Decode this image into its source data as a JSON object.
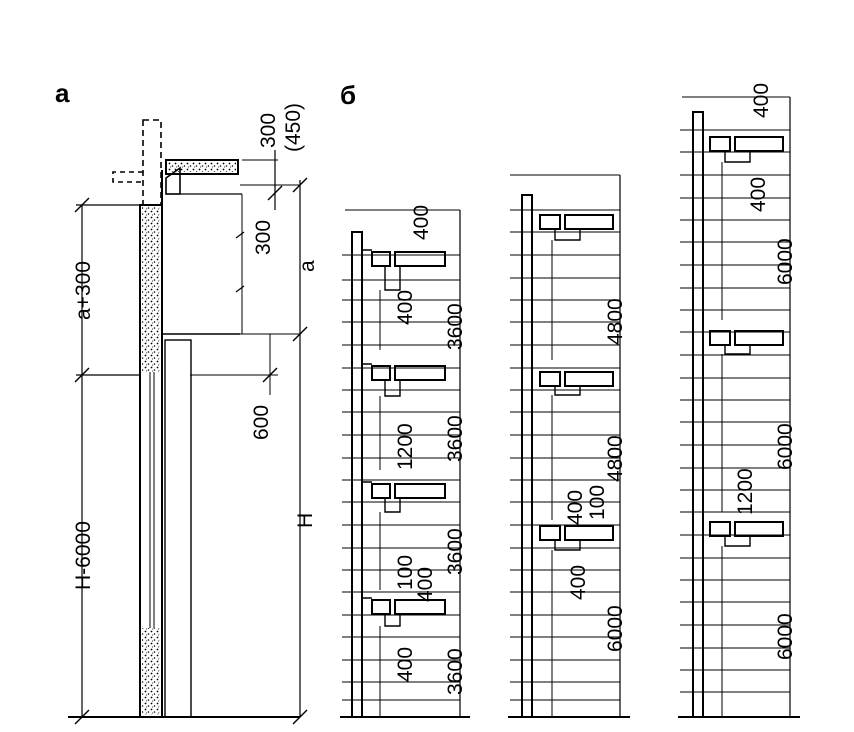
{
  "panel_a": {
    "letter": "a",
    "dims": {
      "h300_450_top": "300",
      "h300_450_bottom": "(450)",
      "h300": "300",
      "a": "a",
      "a_plus_300": "a+300",
      "h600": "600",
      "H": "H",
      "H_minus_6000": "H-6000"
    }
  },
  "panel_b": {
    "letter": "б",
    "col1": {
      "d400_top": "400",
      "d400_mid": "400",
      "d3600_1": "3600",
      "d3600_2": "3600",
      "d1200": "1200",
      "d3600_3": "3600",
      "d100": "100",
      "d400_b": "400",
      "d3600_4": "3600",
      "d400_c": "400"
    },
    "col2": {
      "d4800_1": "4800",
      "d4800_2": "4800",
      "d400_a": "400",
      "d100": "100",
      "d400_b": "400",
      "d6000": "6000"
    },
    "col3": {
      "d400_top": "400",
      "d400_mid": "400",
      "d6000_1": "6000",
      "d6000_2": "6000",
      "d1200": "1200",
      "d6000_3": "6000"
    }
  }
}
